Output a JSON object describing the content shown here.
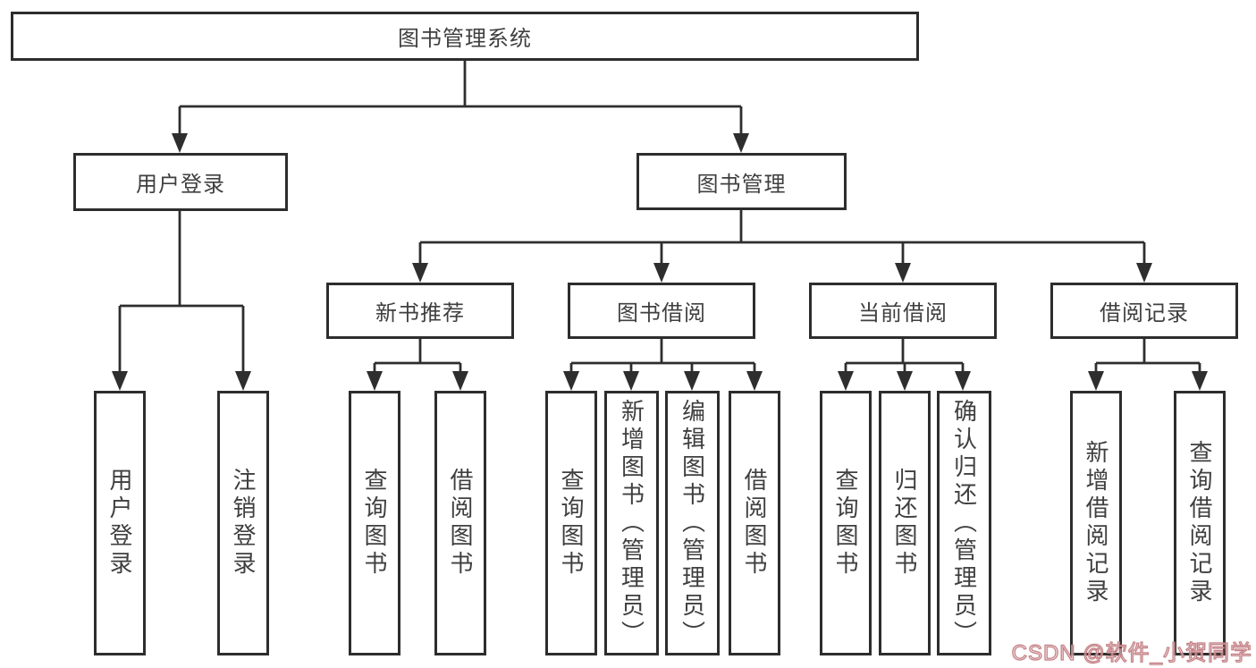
{
  "diagram": {
    "root": {
      "label": "图书管理系统"
    },
    "user_login": {
      "label": "用户登录",
      "leaves": [
        "用户登录",
        "注销登录"
      ]
    },
    "book_mgmt": {
      "label": "图书管理",
      "sections": [
        {
          "label": "新书推荐",
          "leaves": [
            "查询图书",
            "借阅图书"
          ]
        },
        {
          "label": "图书借阅",
          "leaves": [
            "查询图书",
            "新增图书（管理员）",
            "编辑图书（管理员）",
            "借阅图书"
          ]
        },
        {
          "label": "当前借阅",
          "leaves": [
            "查询图书",
            "归还图书",
            "确认归还（管理员）"
          ]
        },
        {
          "label": "借阅记录",
          "leaves": [
            "新增借阅记录",
            "查询借阅记录"
          ]
        }
      ]
    },
    "colors": {
      "line": "#2e2e2e",
      "box_border": "#2d2d2d",
      "text": "#3f3f3f",
      "background": "#ffffff"
    }
  },
  "watermark": {
    "text": "CSDN @软件_小贺同学",
    "color": "#c17a7f"
  }
}
